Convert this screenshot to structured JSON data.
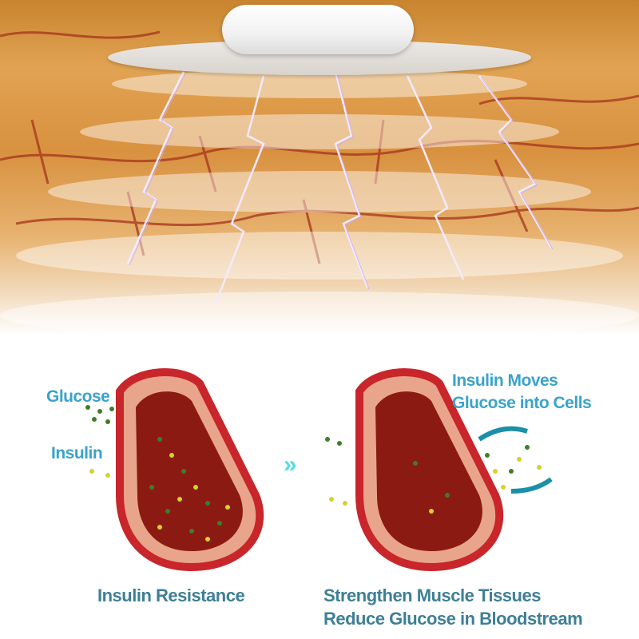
{
  "image": {
    "description": "Illustration of a white wearable device on a pad emitting electrical pulses into skin/blood vessel tissue, with diagrams of insulin and glucose in blood vessels",
    "device": "white-pill-shaped-device",
    "effect": "lightning-electric-pulses"
  },
  "labels": {
    "glucose": "Glucose",
    "insulin": "Insulin",
    "insulin_moves_line1": "Insulin Moves",
    "insulin_moves_line2": "Glucose into Cells",
    "insulin_resistance": "Insulin Resistance",
    "strengthen_line1": "Strengthen Muscle Tissues",
    "strengthen_line2": "Reduce Glucose in Bloodstream"
  },
  "icons": {
    "arrow": "»"
  },
  "colors": {
    "label_blue": "#3aa3cc",
    "caption_teal": "#3e7f96",
    "arrow_cyan": "#4fe0e6",
    "glucose_dot": "#3f7d2a",
    "insulin_dot": "#d9d12a",
    "vessel_red": "#c8262a"
  }
}
